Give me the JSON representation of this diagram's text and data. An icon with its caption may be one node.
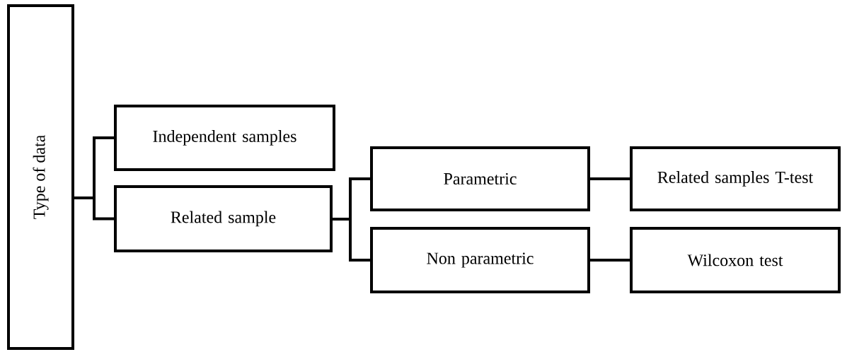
{
  "diagram": {
    "nodes": [
      {
        "text": [
          "Type of data"
        ]
      },
      {
        "text": [
          "Independent samples"
        ]
      },
      {
        "text": [
          "Related sample"
        ]
      },
      {
        "text": [
          "Parametric"
        ]
      },
      {
        "text": [
          "Non parametric"
        ]
      },
      {
        "text": [
          "Related samples T-test"
        ]
      },
      {
        "text": [
          "Wilcoxon test"
        ]
      }
    ],
    "edges": [
      {
        "from": 0,
        "to": 1,
        "arrow": "none"
      },
      {
        "from": 0,
        "to": 2,
        "arrow": "none"
      },
      {
        "from": 2,
        "to": 3,
        "arrow": "none"
      },
      {
        "from": 2,
        "to": 4,
        "arrow": "none"
      },
      {
        "from": 3,
        "to": 5,
        "arrow": "none"
      },
      {
        "from": 4,
        "to": 6,
        "arrow": "none"
      }
    ]
  }
}
